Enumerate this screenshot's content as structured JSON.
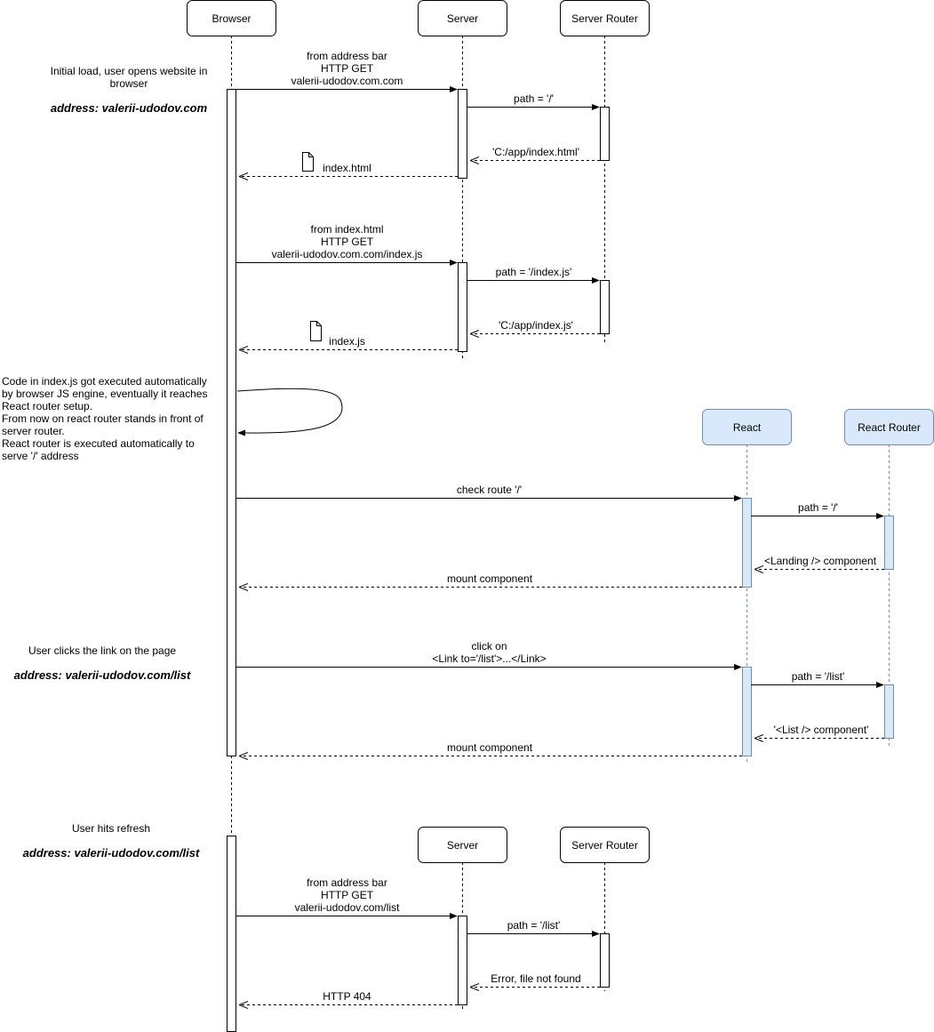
{
  "participants": {
    "browser": "Browser",
    "server": "Server",
    "server_router": "Server Router",
    "react": "React",
    "react_router": "React Router"
  },
  "sections": {
    "initial_load": {
      "note_lines": [
        "Initial load, user opens website in",
        "browser"
      ],
      "address": "address: valerii-udodov.com"
    },
    "code_exec": {
      "note_lines": [
        "Code in index.js got executed automatically",
        "by browser JS engine, eventually it reaches",
        "React router setup.",
        "From now on react router stands in front of",
        "server router.",
        "React router is executed automatically to",
        "serve '/' address"
      ]
    },
    "click_link": {
      "note_lines": [
        "User clicks the link on the page"
      ],
      "address": "address: valerii-udodov.com/list"
    },
    "refresh": {
      "note_lines": [
        "User hits refresh"
      ],
      "address": "address: valerii-udodov.com/list"
    }
  },
  "messages": {
    "m1": [
      "from address bar",
      "HTTP GET",
      "valerii-udodov.com.com"
    ],
    "m2": [
      "path = '/'"
    ],
    "m3": [
      "'C:/app/index.html'"
    ],
    "m4": [
      "index.html"
    ],
    "m5": [
      "from index.html",
      "HTTP GET",
      "valerii-udodov.com.com/index.js"
    ],
    "m6": [
      "path = '/index.js'"
    ],
    "m7": [
      "'C:/app/index.js'"
    ],
    "m8": [
      "index.js"
    ],
    "m9": [
      "check route '/'"
    ],
    "m10": [
      "path = '/'"
    ],
    "m11": [
      "<Landing /> component"
    ],
    "m12": [
      "mount component"
    ],
    "m13": [
      "click on",
      "<Link to='/list'>...</Link>"
    ],
    "m14": [
      "path = '/list'"
    ],
    "m15": [
      "'<List /> component'"
    ],
    "m16": [
      "mount component"
    ],
    "m17": [
      "from address bar",
      "HTTP GET",
      "valerii-udodov.com/list"
    ],
    "m18": [
      "path = '/list'"
    ],
    "m19": [
      "Error, file not found"
    ],
    "m20": [
      "HTTP 404"
    ]
  },
  "colors": {
    "line": "#000000",
    "react_fill": "#dae8fc",
    "react_stroke": "#6c8ebf"
  }
}
